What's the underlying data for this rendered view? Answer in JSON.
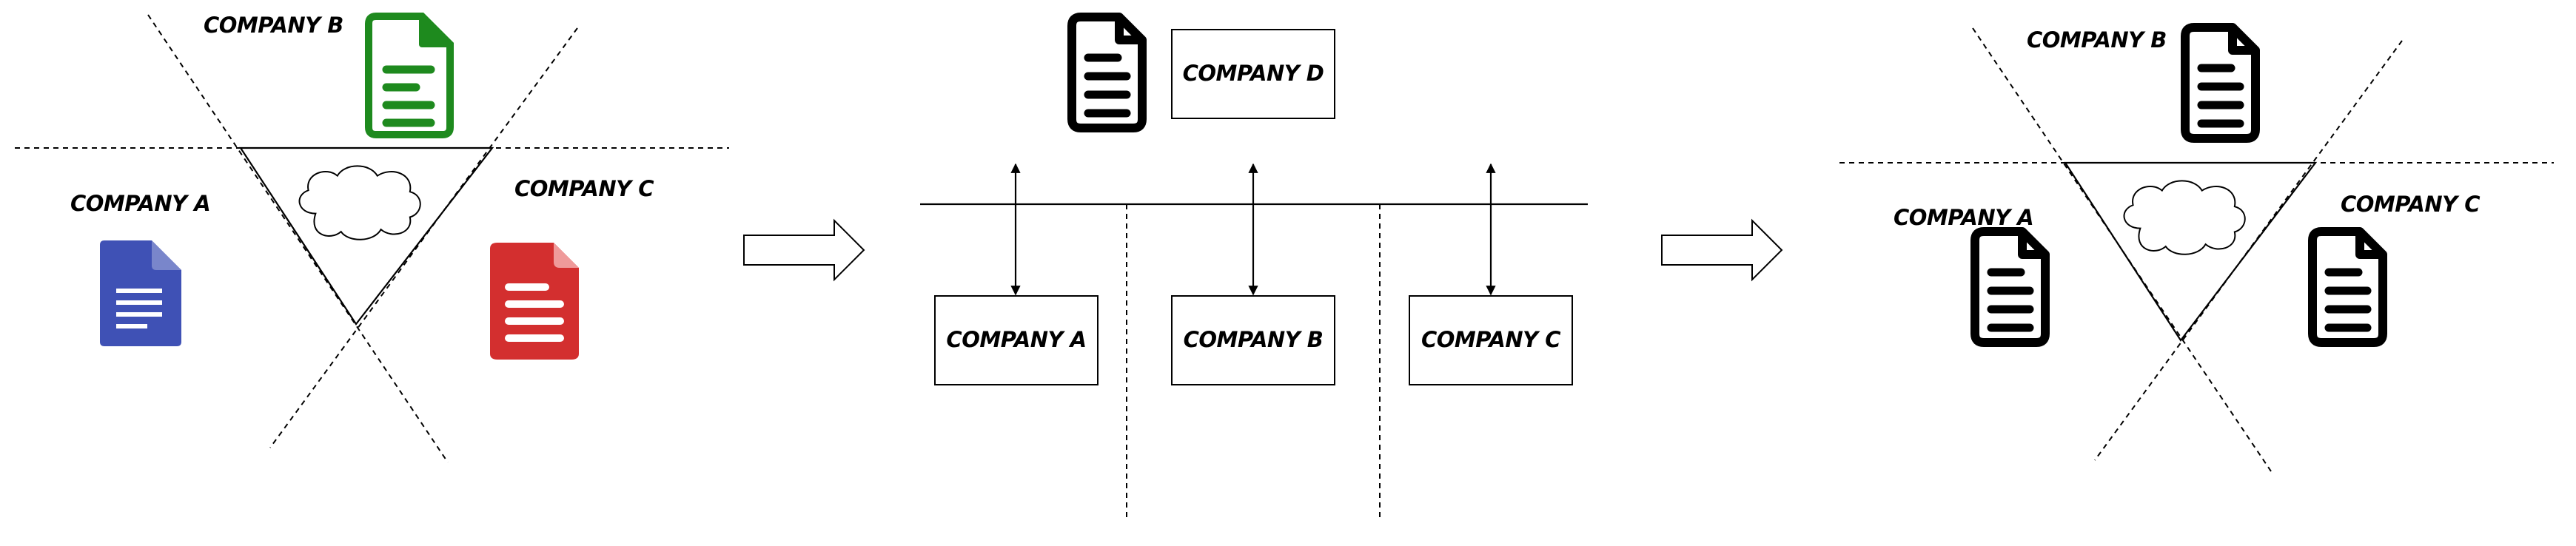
{
  "colors": {
    "doc_green": "#1e8a1e",
    "doc_blue": "#3f51b5",
    "doc_red": "#d32f2f",
    "doc_black": "#000000"
  },
  "left_panel": {
    "company_a": "COMPANY A",
    "company_b": "COMPANY B",
    "company_c": "COMPANY C"
  },
  "middle_panel": {
    "company_a": "COMPANY A",
    "company_b": "COMPANY B",
    "company_c": "COMPANY C",
    "company_d": "COMPANY D"
  },
  "right_panel": {
    "company_a": "COMPANY A",
    "company_b": "COMPANY B",
    "company_c": "COMPANY C"
  },
  "icons": {
    "document": "document-icon",
    "cloud": "cloud-icon",
    "arrow": "arrow-right-icon"
  }
}
